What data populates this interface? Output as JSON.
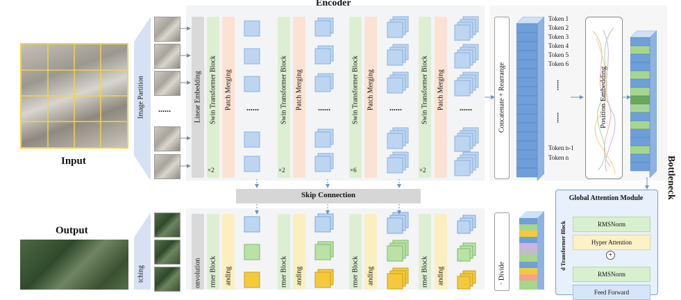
{
  "encoder_title": "Encoder",
  "input_label": "Input",
  "output_label": "Output",
  "image_partition": "Image Partition",
  "patching_partial": "tching",
  "linear_embedding": "Linear Embedding",
  "swin_block": "Swin Transformer Block",
  "patch_merging": "Patch Merging",
  "swin_block_partial": "rmer Block",
  "expanding_partial": "anding",
  "convolution_partial": "onvolution",
  "multipliers": [
    "×2",
    "×2",
    "×6",
    "×2"
  ],
  "dots": "......",
  "thumb_dots": "......",
  "skip_connection": "Skip Connection",
  "concat_rearrange": "Concatenate + Rearrange",
  "divide_partial": "· Divide",
  "tokens": [
    "Token 1",
    "Token 2",
    "Token 3",
    "Token 4",
    "Token 5",
    "Token 6",
    "Token n-1",
    "Token n"
  ],
  "token_dots": "......",
  "position_embedding": "Position Embedding",
  "bottleneck": "Bottleneck",
  "global_attention_module": "Global Attention Module",
  "rmsnorm_1": "RMSNorm",
  "hyper_attention": "Hyper Attention",
  "rmsnorm_2": "RMSNorm",
  "feed_forward_partial": "Feed Forward",
  "transformer_block_partial": "d Transformer Block",
  "plus_symbol": "+",
  "colors": {
    "panel": "#f3f4f6",
    "linear_embedding": "#d9d9d9",
    "swin_block": "#dcefd3",
    "patch_merging": "#fbe2d2",
    "patch_expanding": "#fbefc0",
    "cube_blue": "#bcd6f2",
    "cube_green": "#b9e2a6",
    "cube_yellow": "#f5c93c",
    "grid_yellow": "#f3d34a",
    "skip_bar": "#d6d6d6",
    "gam_border": "#6f9fd8",
    "gam_fill": "#e8f0fb",
    "rmsnorm_fill": "#d9f0cf",
    "hyper_attention_fill": "#fdf2c6",
    "arrow": "#6a93c9"
  }
}
